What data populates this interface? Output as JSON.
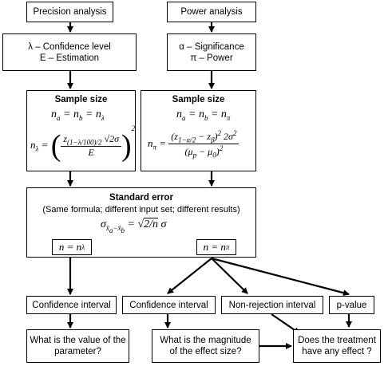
{
  "precision": {
    "title": "Precision analysis",
    "params_line1": "λ – Confidence level",
    "params_line2": "E – Estimation",
    "sample_size_title": "Sample size",
    "eq1": "n_a = n_b = n_λ",
    "eq2": "n_λ = ( z_(1−λ/100)/2 √2 σ / E )²",
    "n_label": "n = n_λ"
  },
  "power": {
    "title": "Power analysis",
    "params_line1": "α – Significance",
    "params_line2": "π – Power",
    "sample_size_title": "Sample size",
    "eq1": "n_a = n_b = n_π",
    "eq2": "n_π = (z_1−α/2 − z_β)² 2σ² / (μ_p − μ_0)²",
    "n_label": "n = n_π"
  },
  "standard_error": {
    "title": "Standard error",
    "subtitle": "(Same formula; different input set; different results)",
    "formula": "σ_(x̄a−x̄b) = √(2/n) σ"
  },
  "outcomes": {
    "ci_left": "Confidence interval",
    "ci_mid": "Confidence interval",
    "nonrejection": "Non-rejection interval",
    "pvalue": "p-value"
  },
  "questions": {
    "q1_line1": "What is the value of the",
    "q1_line2": "parameter?",
    "q2_line1": "What is the magnitude",
    "q2_line2": "of the effect size?",
    "q3_line1": "Does the treatment",
    "q3_line2": "have any effect ?"
  }
}
